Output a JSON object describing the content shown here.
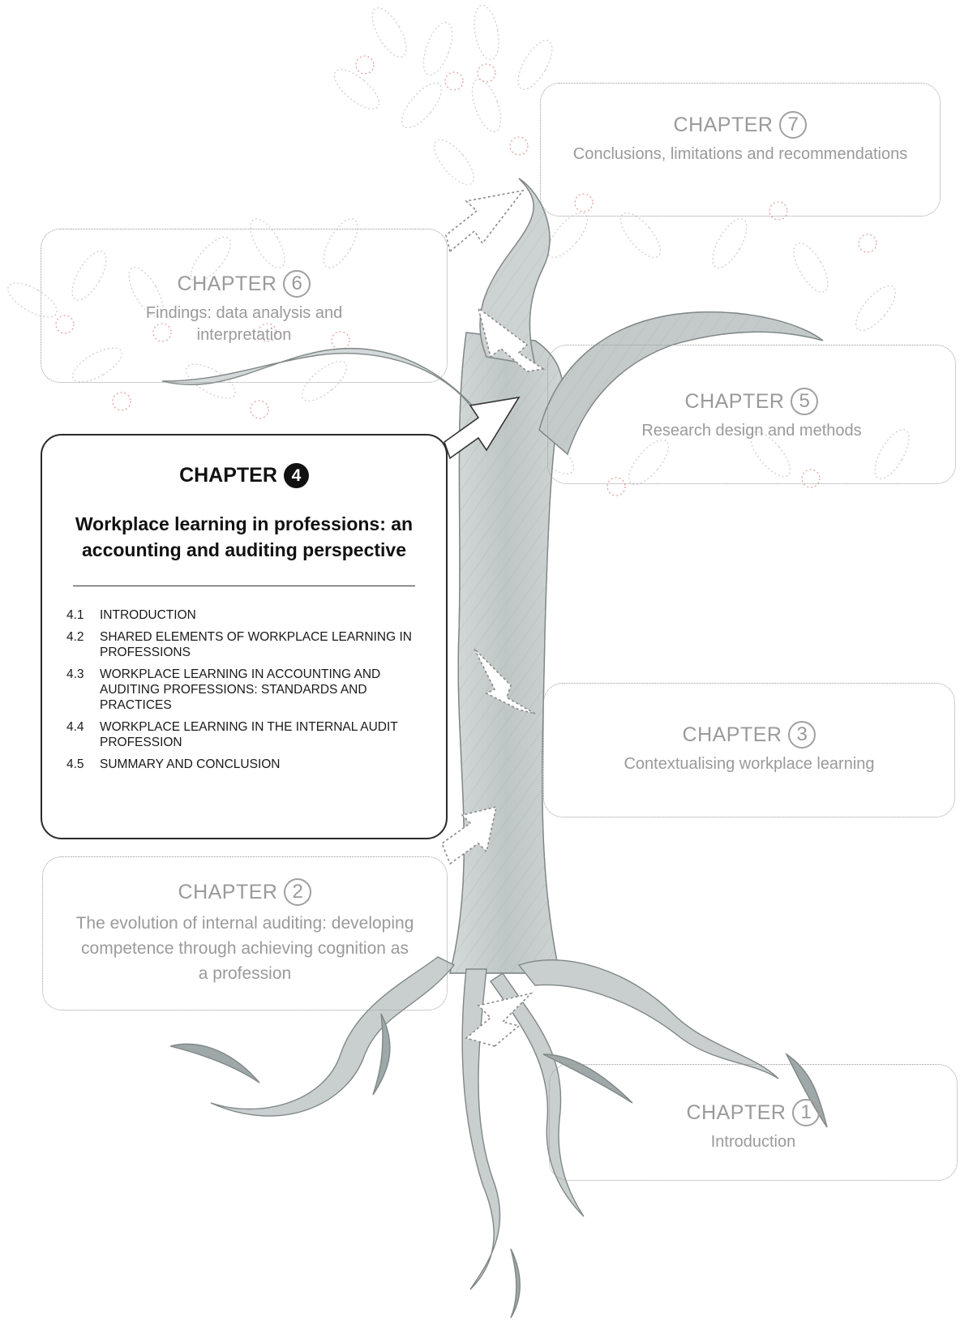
{
  "chapters": {
    "c7": {
      "label": "CHAPTER",
      "number": "7",
      "title": "Conclusions, limitations and recommendations"
    },
    "c6": {
      "label": "CHAPTER",
      "number": "6",
      "title": "Findings: data analysis and interpretation"
    },
    "c5": {
      "label": "CHAPTER",
      "number": "5",
      "title": "Research design and methods"
    },
    "c4": {
      "label": "CHAPTER",
      "number": "4",
      "title": "Workplace learning in professions: an accounting and auditing perspective",
      "sections": [
        {
          "num": "4.1",
          "text": "INTRODUCTION"
        },
        {
          "num": "4.2",
          "text": "SHARED ELEMENTS OF WORKPLACE LEARNING IN PROFESSIONS"
        },
        {
          "num": "4.3",
          "text": "WORKPLACE LEARNING IN ACCOUNTING AND AUDITING PROFESSIONS: STANDARDS AND PRACTICES"
        },
        {
          "num": "4.4",
          "text": "WORKPLACE LEARNING IN THE INTERNAL AUDIT PROFESSION"
        },
        {
          "num": "4.5",
          "text": "SUMMARY AND CONCLUSION"
        }
      ]
    },
    "c3": {
      "label": "CHAPTER",
      "number": "3",
      "title": "Contextualising workplace learning"
    },
    "c2": {
      "label": "CHAPTER",
      "number": "2",
      "title": "The evolution of internal auditing: developing competence through achieving cognition as a profession"
    },
    "c1": {
      "label": "CHAPTER",
      "number": "1",
      "title": "Introduction"
    }
  },
  "colors": {
    "trunk": "#c9cccc",
    "trunk_dark": "#8f9696",
    "dotted": "#9a9a9a",
    "leaf_red": "#e4a0a0",
    "active_box": "#2a2a2a"
  }
}
